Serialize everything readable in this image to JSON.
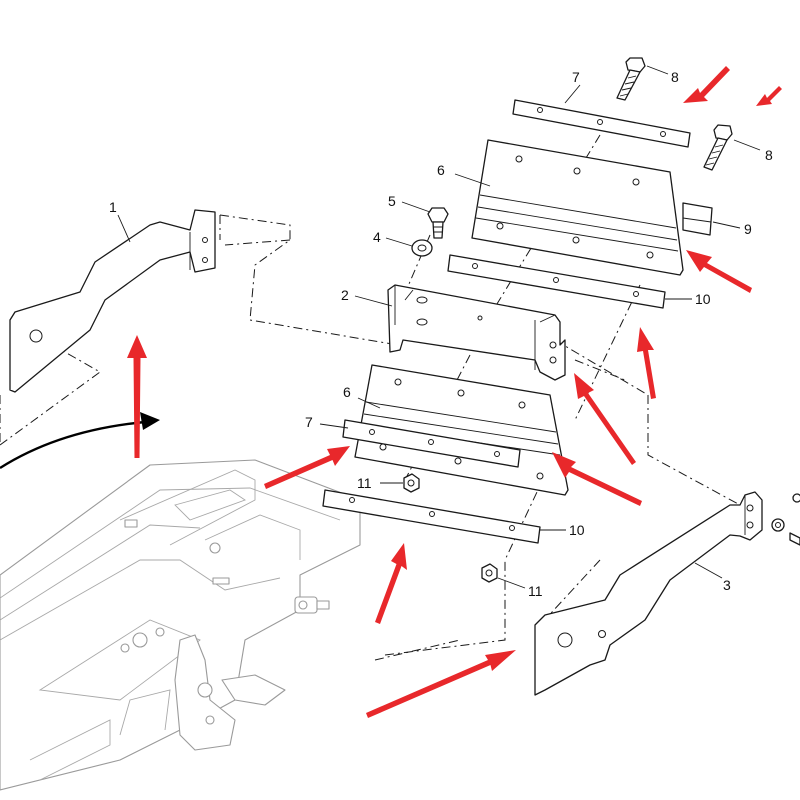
{
  "callouts": {
    "c1": "1",
    "c2": "2",
    "c3": "3",
    "c4": "4",
    "c5": "5",
    "c6a": "6",
    "c6b": "6",
    "c7a": "7",
    "c7b": "7",
    "c8a": "8",
    "c8b": "8",
    "c9": "9",
    "c10a": "10",
    "c10b": "10",
    "c11a": "11",
    "c11b": "11"
  },
  "colors": {
    "arrow": "#e8282b",
    "line": "#1a1a1a",
    "frame": "#9a9a9a"
  }
}
